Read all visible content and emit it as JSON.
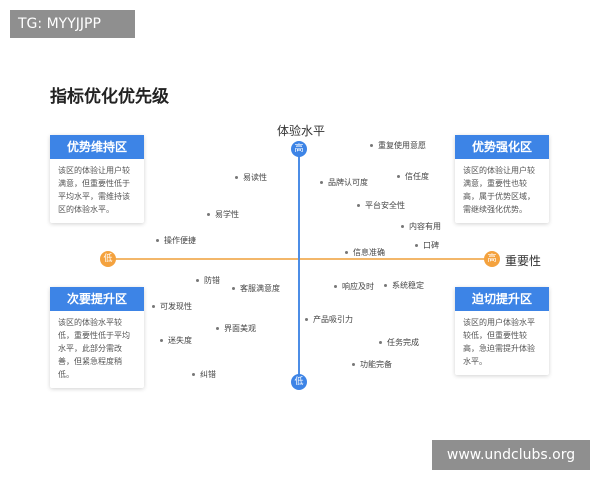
{
  "watermarks": {
    "top_left": "TG: MYYJJPP",
    "bottom_right": "www.undclubs.org"
  },
  "title": "指标优化优先级",
  "axes": {
    "y_label": "体验水平",
    "y_high": "高",
    "y_low": "低",
    "x_label": "重要性",
    "x_low": "低",
    "x_high": "高"
  },
  "quadrants": [
    {
      "id": "top-left",
      "title": "优势维持区",
      "desc": "该区的体验让用户较满意，但重要性低于平均水平，需维持该区的体验水平。"
    },
    {
      "id": "top-right",
      "title": "优势强化区",
      "desc": "该区的体验让用户较满意，重要性也较高，属于优势区域，需继续强化优势。"
    },
    {
      "id": "bottom-left",
      "title": "次要提升区",
      "desc": "该区的体验水平较低，重要性低于平均水平，此部分需改善，但紧急程度稍低。"
    },
    {
      "id": "bottom-right",
      "title": "迫切提升区",
      "desc": "该区的用户体验水平较低，但重要性较高，急迫需提升体验水平。"
    }
  ],
  "points": [
    {
      "label": "重复使用意愿"
    },
    {
      "label": "品牌认可度"
    },
    {
      "label": "信任度"
    },
    {
      "label": "易读性"
    },
    {
      "label": "平台安全性"
    },
    {
      "label": "易学性"
    },
    {
      "label": "内容有用"
    },
    {
      "label": "操作便捷"
    },
    {
      "label": "口碑"
    },
    {
      "label": "信息准确"
    },
    {
      "label": "防错"
    },
    {
      "label": "客服满意度"
    },
    {
      "label": "响应及时"
    },
    {
      "label": "系统稳定"
    },
    {
      "label": "可发现性"
    },
    {
      "label": "产品吸引力"
    },
    {
      "label": "界面美观"
    },
    {
      "label": "迷失度"
    },
    {
      "label": "任务完成"
    },
    {
      "label": "功能完备"
    },
    {
      "label": "纠错"
    }
  ]
}
